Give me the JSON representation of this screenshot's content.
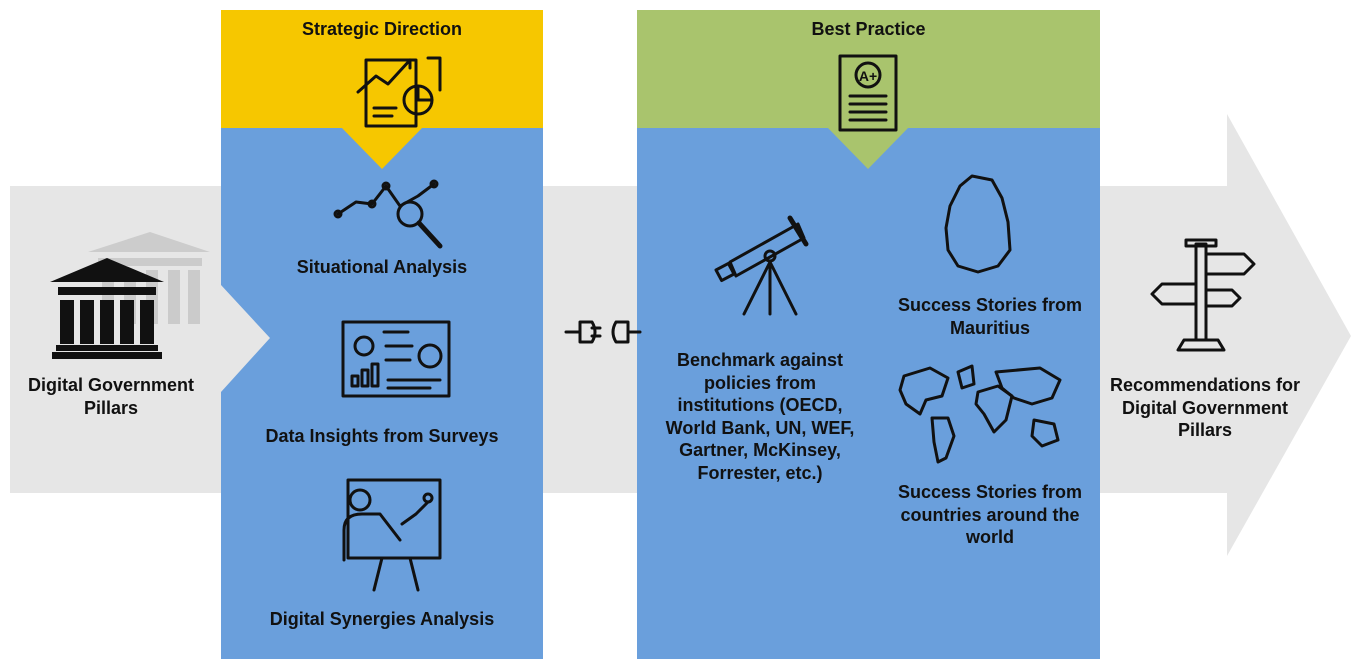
{
  "colors": {
    "arrow_gray": "#e6e6e6",
    "panel_blue": "#6a9fdc",
    "strategic_yellow": "#f6c700",
    "best_practice_green": "#a9c46d",
    "icon_dark": "#111111"
  },
  "left": {
    "label": "Digital Government Pillars",
    "icon": "government-building-icon"
  },
  "strategic_panel": {
    "header": "Strategic Direction",
    "header_icon": "strategy-document-chart-icon",
    "items": [
      {
        "label": "Situational Analysis",
        "icon": "line-graph-magnifier-icon"
      },
      {
        "label": "Data Insights from Surveys",
        "icon": "dashboard-icon"
      },
      {
        "label": "Digital Synergies Analysis",
        "icon": "presenter-board-icon"
      }
    ]
  },
  "connector": {
    "icon": "plug-connector-icon"
  },
  "best_practice_panel": {
    "header": "Best Practice",
    "header_icon": "grade-report-icon",
    "benchmark_label": "Benchmark against policies from institutions (OECD, World Bank, UN, WEF, Gartner, McKinsey, Forrester, etc.)",
    "benchmark_icon": "telescope-icon",
    "mauritius_label": "Success Stories from Mauritius",
    "mauritius_icon": "mauritius-map-icon",
    "world_label": "Success Stories from countries around the world",
    "world_icon": "world-map-icon"
  },
  "right": {
    "label": "Recommendations for Digital Government Pillars",
    "icon": "signpost-icon"
  }
}
